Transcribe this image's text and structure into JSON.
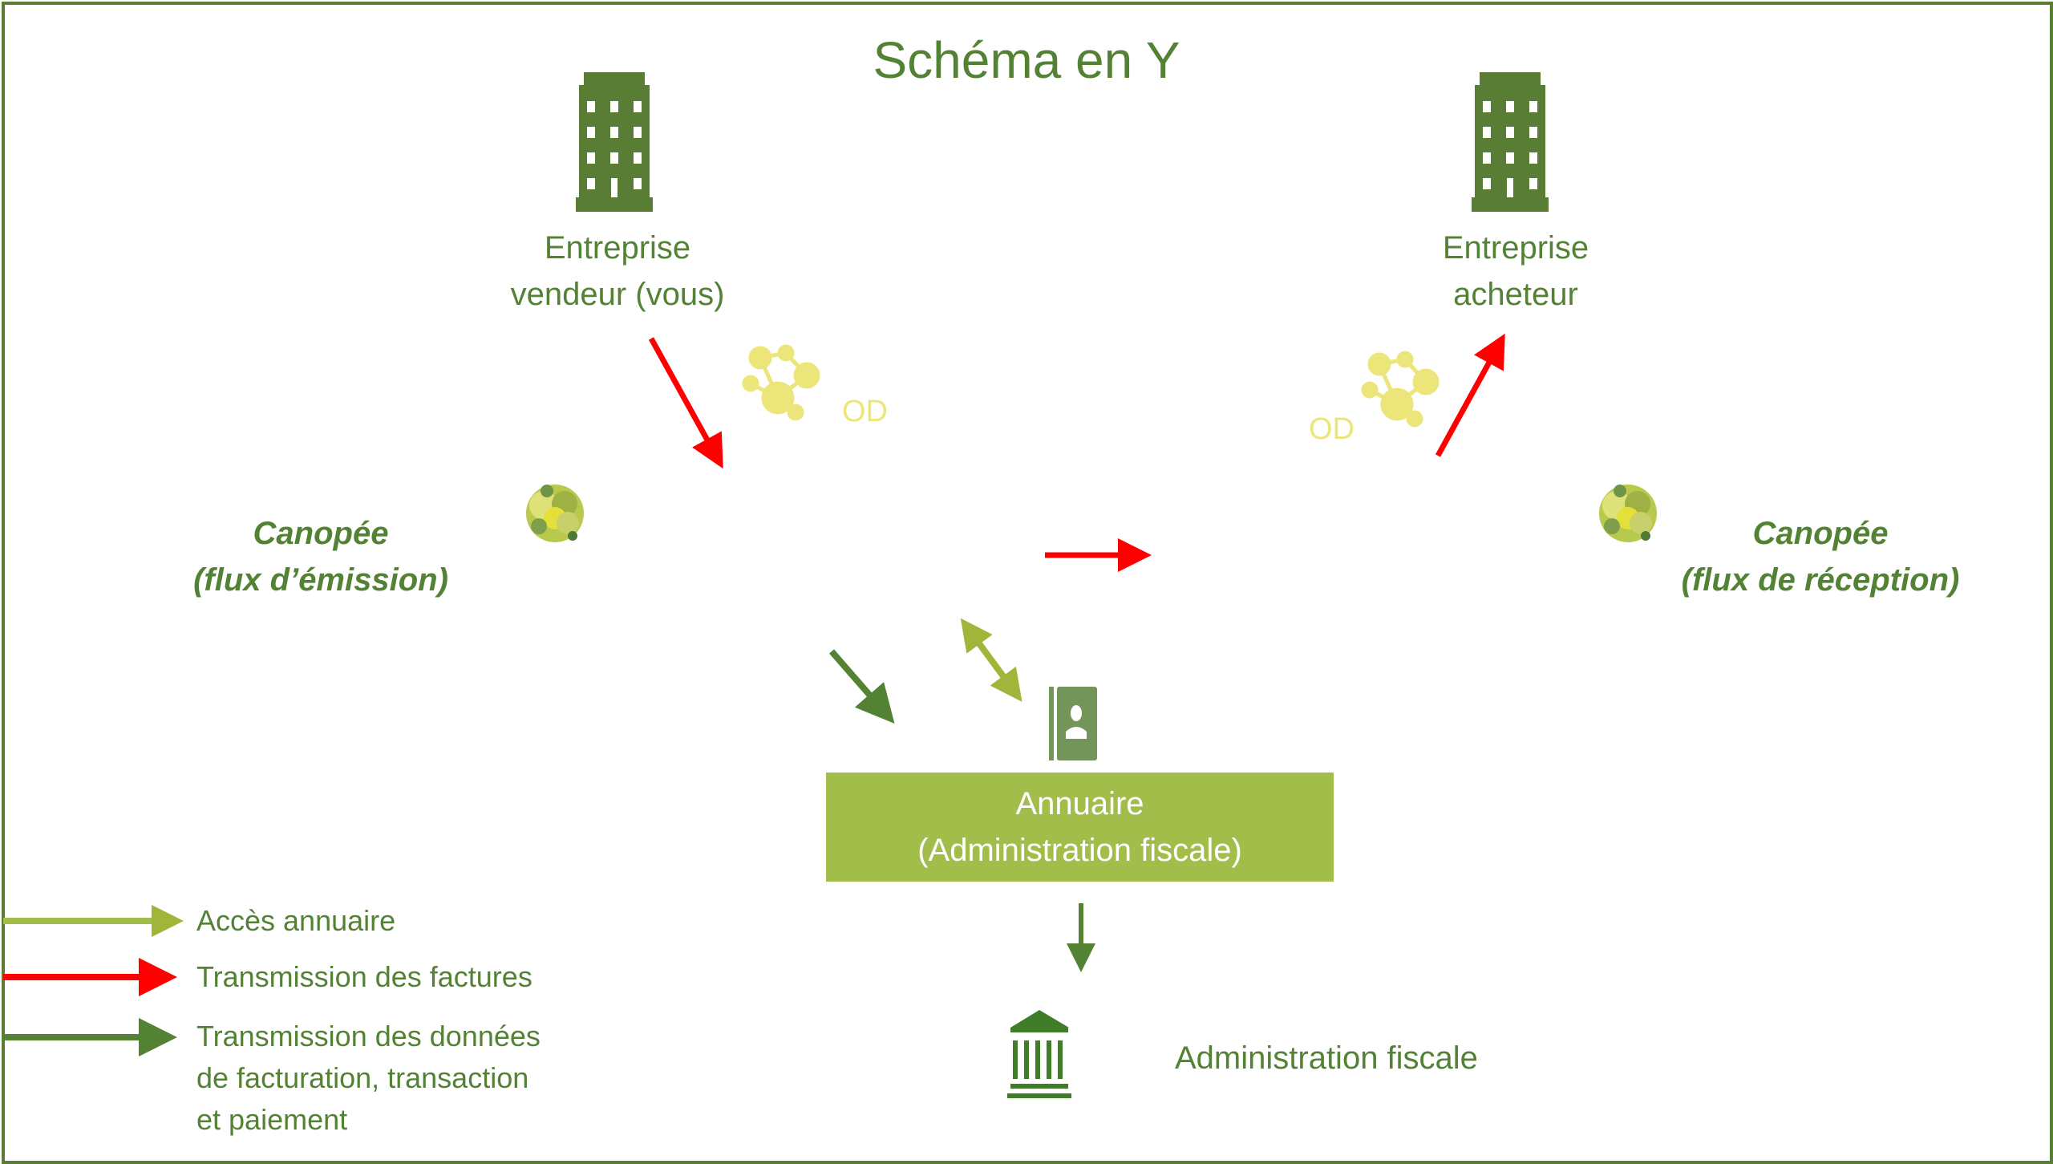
{
  "title": "Schéma en Y",
  "seller": {
    "line1": "Entreprise",
    "line2": "vendeur (vous)",
    "icon": "building-icon"
  },
  "buyer": {
    "line1": "Entreprise",
    "line2": "acheteur",
    "icon": "building-icon"
  },
  "canopee_left": {
    "line1": "Canopée",
    "line2": "(flux d’émission)"
  },
  "canopee_right": {
    "line1": "Canopée",
    "line2": "(flux de réception)"
  },
  "pa_left": {
    "title": "PA",
    "subtitle": "Plateforme privée A"
  },
  "pa_right": {
    "title": "PA",
    "subtitle": "Plateforme privée A"
  },
  "od_left": {
    "label": "OD",
    "icon": "network-icon"
  },
  "od_right": {
    "label": "OD",
    "icon": "network-icon"
  },
  "annuaire": {
    "line1": "Annuaire",
    "line2": "(Administration fiscale)",
    "icon": "contact-book-icon"
  },
  "admin": {
    "label": "Administration fiscale",
    "icon": "bank-building-icon"
  },
  "legend": [
    {
      "label": "Accès annuaire",
      "color": "#a3bd4b"
    },
    {
      "label": "Transmission des factures",
      "color": "#ff0000"
    },
    {
      "label_lines": [
        "Transmission des données",
        "de facturation, transaction",
        "et paiement"
      ],
      "color": "#548235"
    }
  ],
  "colors": {
    "primary_green": "#548235",
    "box_green": "#a3bd4b",
    "invoice_red": "#ff0000",
    "od_yellow": "#ece67a"
  }
}
